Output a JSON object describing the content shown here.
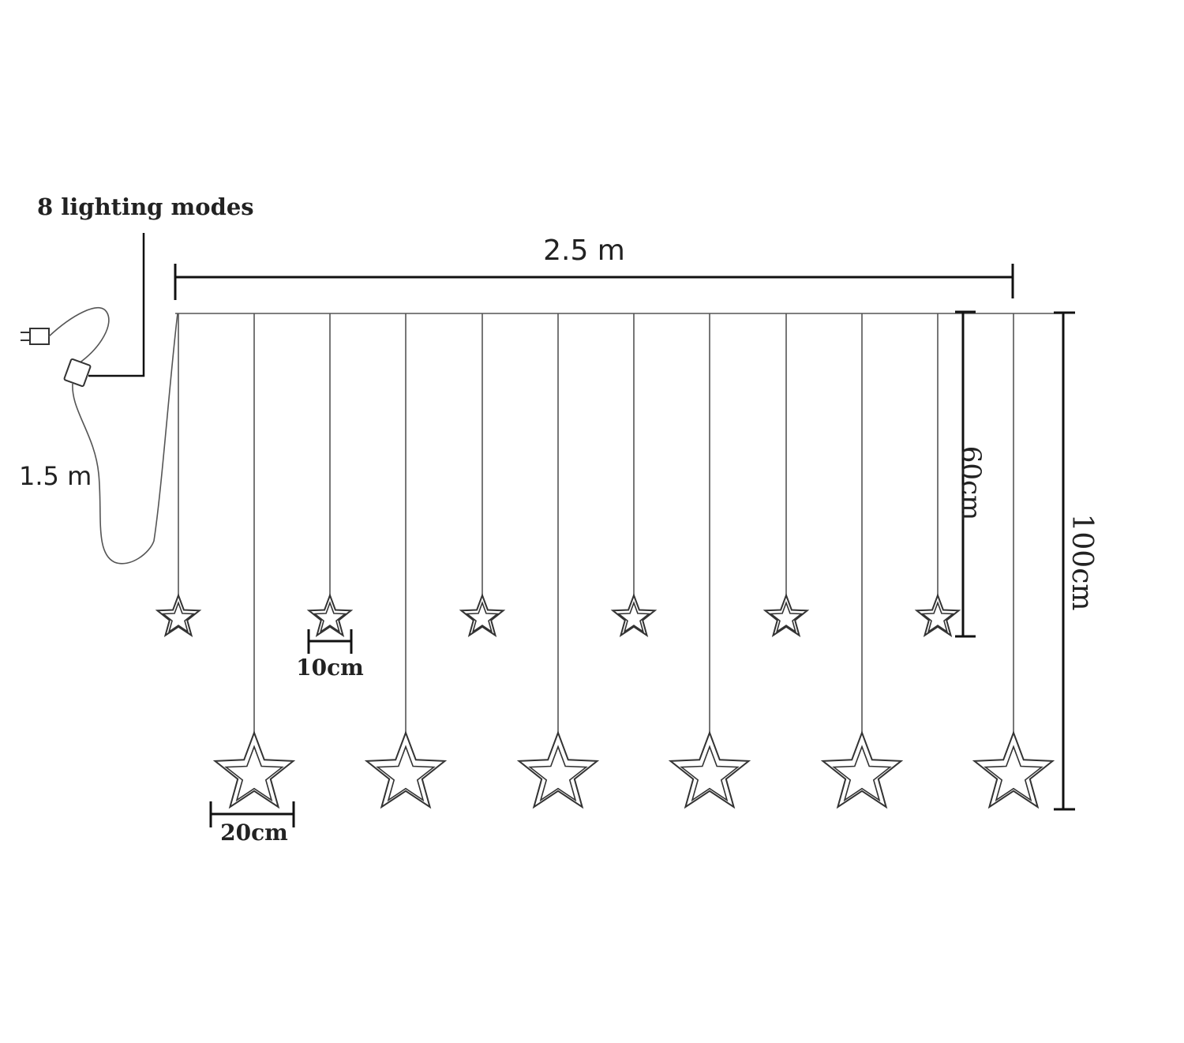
{
  "labels": {
    "modes": "8 lighting modes",
    "width": "2.5 m",
    "cable": "1.5 m",
    "short_drop": "60cm",
    "long_drop": "100cm",
    "small_star": "10cm",
    "large_star": "20cm"
  },
  "icons": {
    "plug": "plug-icon",
    "controller": "controller-box-icon",
    "small_star": "small-star-icon",
    "large_star": "large-star-icon"
  },
  "colors": {
    "line": "#555555",
    "dimension": "#111111",
    "text": "#222222"
  }
}
